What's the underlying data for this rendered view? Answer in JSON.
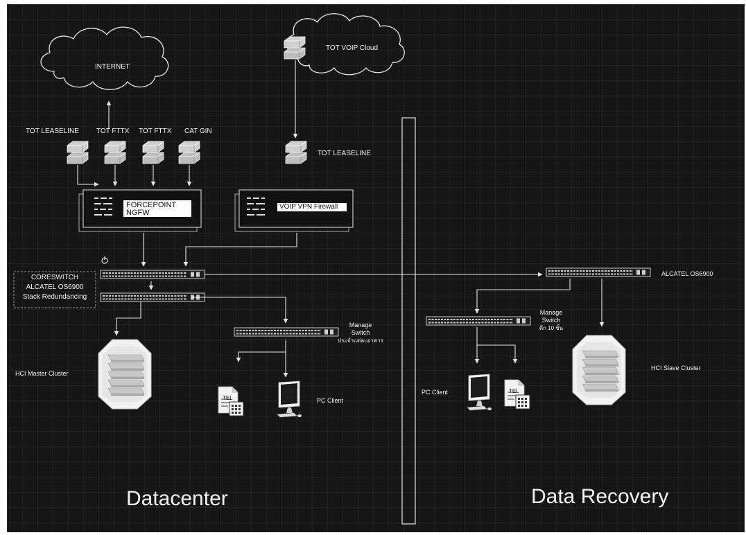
{
  "clouds": {
    "internet": "INTERNET",
    "voip": "TOT VOIP Cloud"
  },
  "isp_links": {
    "link1": "TOT  LEASELINE",
    "link2": "TOT FTTX",
    "link3": "TOT FTTX",
    "link4": "CAT GIN",
    "voip_link": "TOT  LEASELINE"
  },
  "firewalls": {
    "ngfw": "FORCEPOINT NGFW",
    "voip_fw": "VOIP VPN Firewall"
  },
  "core_switch": {
    "line1": "CORESWITCH",
    "line2": "ALCATEL OS6900",
    "line3": "Stack Redundancing"
  },
  "datacenter": {
    "manage_switch_line1": "Manage",
    "manage_switch_line2": "Switch",
    "manage_switch_line3": "ประจำแต่ละอาคาร",
    "hci": "HCI Master Cluster",
    "pc_client": "PC Client",
    "tel": "TEL"
  },
  "dr": {
    "alcatel": "ALCATEL OS6900",
    "manage_switch_line1": "Manage",
    "manage_switch_line2": "Switch",
    "manage_switch_line3": "ตึก 10 ชั้น",
    "hci": "HCI Slave Cluster",
    "pc_client": "PC Client",
    "tel": "TEL"
  },
  "sections": {
    "left": "Datacenter",
    "right": "Data Recovery"
  },
  "colors": {
    "background": "#161616",
    "line": "#e6e6e6",
    "device": "#d9d9d9"
  }
}
